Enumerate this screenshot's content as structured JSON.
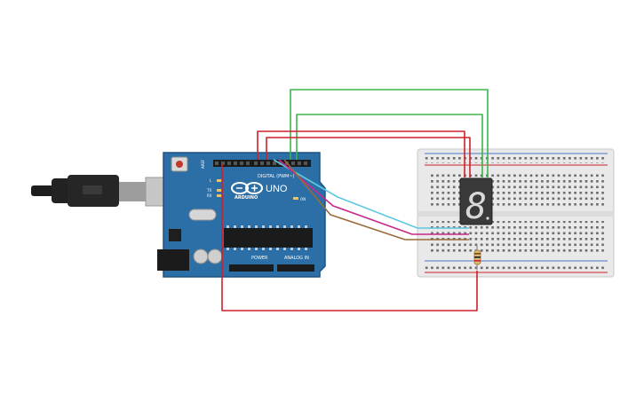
{
  "board": {
    "logo_text": "ARDUINO",
    "model": "UNO",
    "digital_label": "DIGITAL (PWM~)",
    "power_label": "POWER",
    "analog_label": "ANALOG IN",
    "tx_label": "TX",
    "rx_label": "RX",
    "l_label": "L",
    "on_label": "ON",
    "aref_label": "AREF"
  },
  "display": {
    "digit": "8"
  },
  "colors": {
    "board_blue": "#2c6fa6",
    "wire_red": "#d0202a",
    "wire_green": "#3bb54a",
    "wire_cyan": "#5ec8e0",
    "wire_magenta": "#c8288c",
    "wire_brown": "#9a6a3a",
    "breadboard": "#e9e9e9",
    "display_body": "#3a3a3a"
  }
}
